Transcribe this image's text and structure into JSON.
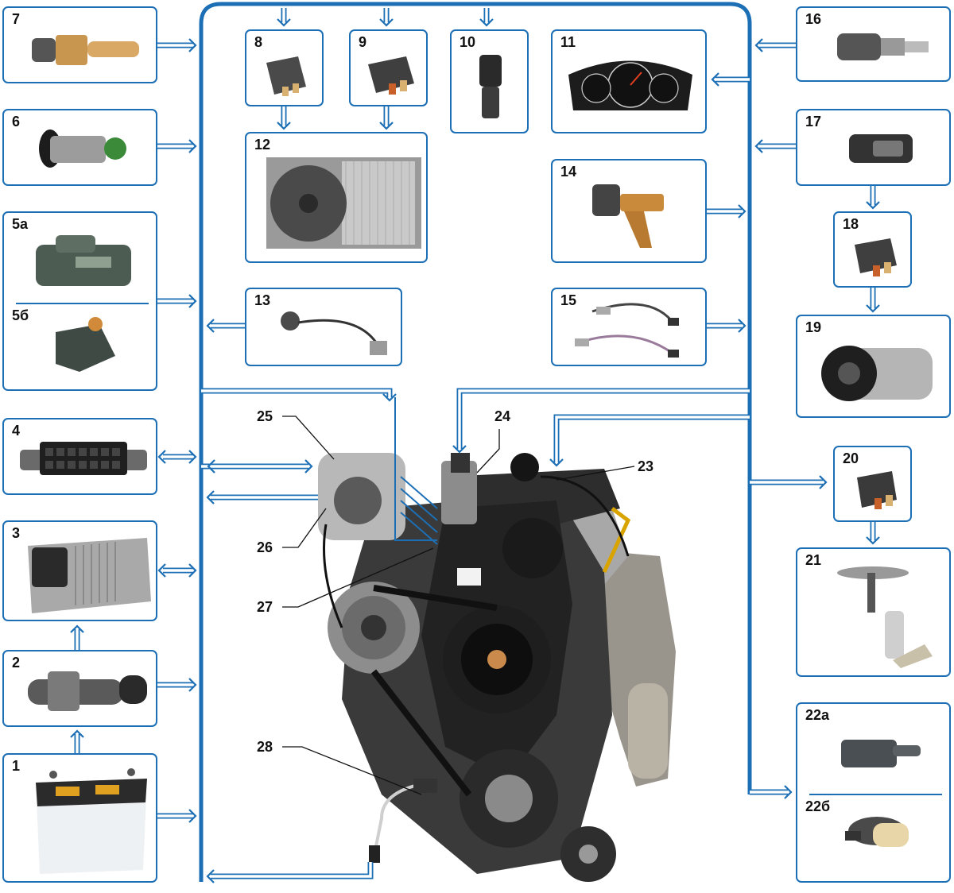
{
  "colors": {
    "line": "#1d6fb5",
    "box_border": "#1d6fb5"
  },
  "components": [
    {
      "id": "1",
      "icon": "battery-icon"
    },
    {
      "id": "2",
      "icon": "ignition-switch-icon"
    },
    {
      "id": "3",
      "icon": "ecu-icon"
    },
    {
      "id": "4",
      "icon": "diagnostic-connector-icon"
    },
    {
      "id": "5а",
      "icon": "pressure-sensor-icon"
    },
    {
      "id": "5б",
      "icon": "map-sensor-icon"
    },
    {
      "id": "6",
      "icon": "ignition-lock-icon"
    },
    {
      "id": "7",
      "icon": "coolant-temp-sensor-icon"
    },
    {
      "id": "8",
      "icon": "relay-icon"
    },
    {
      "id": "9",
      "icon": "relay-icon"
    },
    {
      "id": "10",
      "icon": "radiator-fan-icon"
    },
    {
      "id": "11",
      "icon": "knock-sensor-icon"
    },
    {
      "id": "12",
      "icon": "speed-sensor-icon"
    },
    {
      "id": "13",
      "icon": "instrument-cluster-icon"
    },
    {
      "id": "14",
      "icon": "crankshaft-sensor-icon"
    },
    {
      "id": "15",
      "icon": "oxygen-sensors-icon"
    },
    {
      "id": "16",
      "icon": "pressure-switch-icon"
    },
    {
      "id": "17",
      "icon": "ac-switch-icon"
    },
    {
      "id": "18",
      "icon": "relay-icon"
    },
    {
      "id": "19",
      "icon": "ac-compressor-icon"
    },
    {
      "id": "20",
      "icon": "relay-icon"
    },
    {
      "id": "21",
      "icon": "fuel-pump-icon"
    },
    {
      "id": "22а",
      "icon": "purge-valve-icon"
    },
    {
      "id": "22б",
      "icon": "purge-valve-icon"
    }
  ],
  "engine_callouts": [
    "23",
    "24",
    "25",
    "26",
    "27",
    "28"
  ]
}
